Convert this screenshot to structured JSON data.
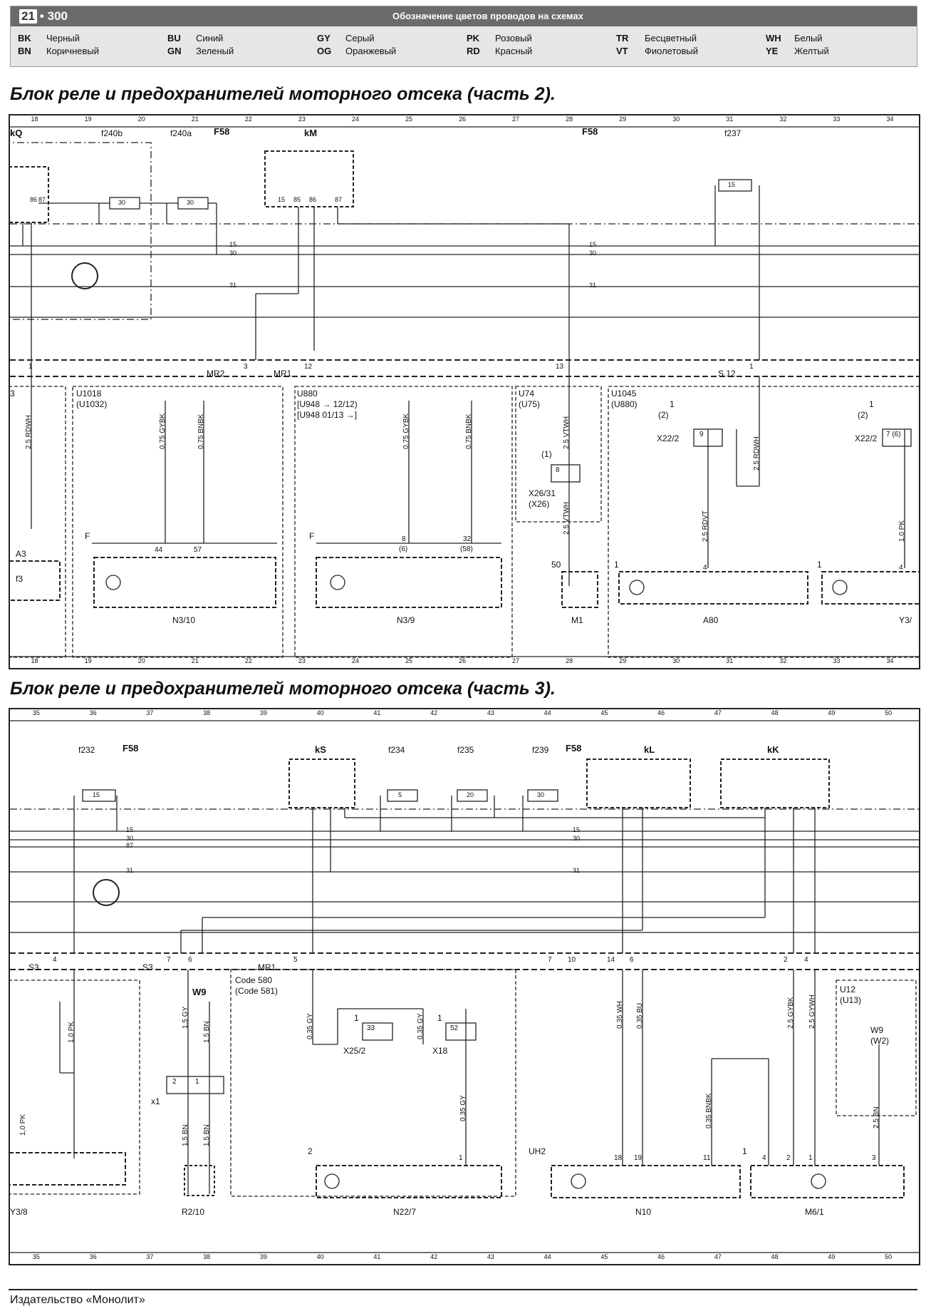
{
  "header": {
    "page_chapter": "21",
    "page_number": "300",
    "title": "Обозначение цветов проводов на схемах",
    "legend": [
      {
        "code": "BK",
        "name": "Черный"
      },
      {
        "code": "BN",
        "name": "Коричневый"
      },
      {
        "code": "BU",
        "name": "Синий"
      },
      {
        "code": "GN",
        "name": "Зеленый"
      },
      {
        "code": "GY",
        "name": "Серый"
      },
      {
        "code": "OG",
        "name": "Оранжевый"
      },
      {
        "code": "PK",
        "name": "Розовый"
      },
      {
        "code": "RD",
        "name": "Красный"
      },
      {
        "code": "TR",
        "name": "Бесцветный"
      },
      {
        "code": "VT",
        "name": "Фиолетовый"
      },
      {
        "code": "WH",
        "name": "Белый"
      },
      {
        "code": "YE",
        "name": "Желтый"
      }
    ]
  },
  "section1": {
    "title": "Блок реле и предохранителей моторного отсека (часть 2).",
    "grid_numbers": [
      "18",
      "19",
      "20",
      "21",
      "22",
      "23",
      "24",
      "25",
      "26",
      "27",
      "28",
      "29",
      "30",
      "31",
      "32",
      "33",
      "34"
    ],
    "labels": {
      "kq": "kQ",
      "f240b": "f240b",
      "f240a": "f240a",
      "f58a": "F58",
      "km": "kM",
      "f58b": "F58",
      "f237": "f237",
      "fuse1": "30",
      "fuse2": "30",
      "fuse3": "15",
      "bus15": "15",
      "bus30": "30",
      "bus31": "31",
      "bus15b": "15",
      "bus30b": "30",
      "bus31b": "31",
      "mr2": "MR2",
      "mr1": "MR1",
      "s12": "S 12",
      "pin3": "3",
      "pin12": "12",
      "pin13": "13",
      "pin1": "1",
      "pin1b": "1",
      "k3": "3",
      "u1018": "U1018",
      "u1032": "(U1032)",
      "u880": "U880",
      "u948a": "[U948 → 12/12)",
      "u948b": "[U948 01/13 →]",
      "u74": "U74",
      "u75": "(U75)",
      "u1045": "U1045",
      "u880b": "(U880)",
      "x22_2": "X22/2",
      "x22_2b": "X22/2",
      "x26_31": "X26/31",
      "x26": "(X26)",
      "p1": "(1)",
      "p1b": "1",
      "p2": "(2)",
      "p1c": "1",
      "p2b": "(2)",
      "a3": "A3",
      "f3": "f3",
      "fF": "F",
      "fF2": "F",
      "n3_10": "N3/10",
      "n3_9": "N3/9",
      "m1": "M1",
      "a80": "A80",
      "y3": "Y3/",
      "pin44": "44",
      "pin57": "57",
      "pin8": "8",
      "pin6": "(6)",
      "pin32": "32",
      "pin58": "(58)",
      "pin50": "50",
      "pin4": "4",
      "pin1d": "1",
      "pin4b": "4",
      "pin1e": "1",
      "pin9": "9",
      "pin7": "7 (6)",
      "pin8b": "8",
      "w1": "2,5 RDWH",
      "w2": "0,75 GYBK",
      "w3": "0,75 BNBK",
      "w4": "0,75 GYBK",
      "w5": "0,75 BNBK",
      "w6": "2,5 VTWH",
      "w7": "2,5 VTWH",
      "w8": "2,5 RDWH",
      "w9": "2,5 RDVT",
      "w10": "1,0 PK",
      "r86": "86",
      "r87": "87",
      "r15": "15",
      "r85": "85",
      "r86b": "86",
      "r87b": "87"
    }
  },
  "section2": {
    "title": "Блок реле и предохранителей моторного отсека (часть 3).",
    "grid_numbers": [
      "35",
      "36",
      "37",
      "38",
      "39",
      "40",
      "41",
      "42",
      "43",
      "44",
      "45",
      "46",
      "47",
      "48",
      "49",
      "50"
    ],
    "labels": {
      "f232": "f232",
      "f58a": "F58",
      "ks": "kS",
      "f234": "f234",
      "f235": "f235",
      "f239": "f239",
      "f58b": "F58",
      "kl": "kL",
      "kk": "kK",
      "fuse1": "15",
      "fuse2": "5",
      "fuse3": "20",
      "fuse4": "30",
      "bus15": "15",
      "bus30": "30",
      "bus87": "87",
      "bus31": "31",
      "bus15b": "15",
      "bus30b": "30",
      "bus31b": "31",
      "s3a": "S3",
      "s3b": "S3",
      "mr1": "MR1",
      "p4": "4",
      "p7": "7",
      "p6": "6",
      "p5": "5",
      "p7b": "7",
      "p10": "10",
      "p14": "14",
      "p6b": "6",
      "p2": "2",
      "p4b": "4",
      "w9a": "W9",
      "code580": "Code 580",
      "code581": "(Code 581)",
      "u12": "U12",
      "u13": "(U13)",
      "w9b": "W9",
      "w2": "(W2)",
      "x1": "x1",
      "x25_2": "X25/2",
      "x18": "X18",
      "uh2": "UH2",
      "y3_8": "Y3/8",
      "r2_10": "R2/10",
      "n22_7": "N22/7",
      "n10": "N10",
      "m6_1": "M6/1",
      "pin33": "33",
      "pin52": "52",
      "pin1a": "1",
      "pin1b": "1",
      "pin2a": "2",
      "pin1c": "1",
      "pin2b": "2",
      "pin1d": "1",
      "pin18": "18",
      "pin19": "19",
      "pin11": "11",
      "pin4": "4",
      "pin2c": "2",
      "pin1e": "1",
      "pin3": "3",
      "pin1f": "1",
      "w1": "1,0 PK",
      "w2w": "1,5 GY",
      "w3": "1,5 BN",
      "w4": "1,0 PK",
      "w5": "1,5 BN",
      "w6": "1,5 BN",
      "w7": "0,35 GY",
      "w8": "0,35 GY",
      "w9": "0,35 GY",
      "w10": "0,35 WH",
      "w11": "0,35 BU",
      "w12": "0,35 BNBK",
      "w13": "2,5 GYBK",
      "w14": "2,5 GYWH",
      "w15": "2,5 BN"
    }
  },
  "footer": {
    "publisher": "Издательство «Монолит»"
  }
}
